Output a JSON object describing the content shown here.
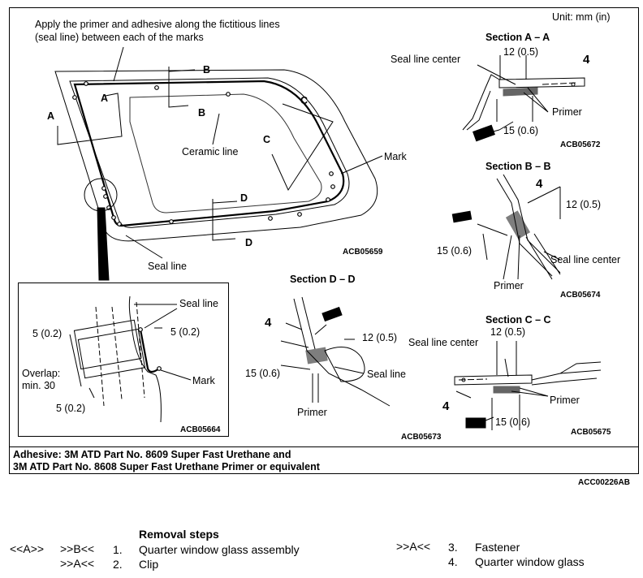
{
  "unit": "Unit: mm (in)",
  "main": {
    "callout_line1": "Apply the primer and adhesive along the fictitious lines",
    "callout_line2": "(seal line) between each of the marks",
    "ceramic_line": "Ceramic line",
    "mark": "Mark",
    "seal_line": "Seal line",
    "code": "ACB05659",
    "markers": {
      "a": "A",
      "b": "B",
      "c": "C",
      "d": "D"
    }
  },
  "detail": {
    "seal_line": "Seal line",
    "mark": "Mark",
    "dim_5_top": "5 (0.2)",
    "dim_5_right": "5 (0.2)",
    "dim_5_bottom": "5 (0.2)",
    "overlap1": "Overlap:",
    "overlap2": "min. 30",
    "code": "ACB05664"
  },
  "section_aa": {
    "title": "Section A – A",
    "seal_line_center": "Seal line center",
    "dim_12": "12 (0.5)",
    "dim_15": "15 (0.6)",
    "primer": "Primer",
    "num": "4",
    "code": "ACB05672"
  },
  "section_bb": {
    "title": "Section B – B",
    "num": "4",
    "dim_12": "12 (0.5)",
    "dim_15": "15 (0.6)",
    "seal_line_center": "Seal line center",
    "primer": "Primer",
    "code": "ACB05674"
  },
  "section_dd": {
    "title": "Section D – D",
    "num": "4",
    "dim_12": "12 (0.5)",
    "dim_15": "15 (0.6)",
    "seal_line": "Seal line",
    "primer": "Primer",
    "code": "ACB05673"
  },
  "section_cc": {
    "title": "Section C – C",
    "dim_12": "12 (0.5)",
    "seal_line_center": "Seal line center",
    "num": "4",
    "primer": "Primer",
    "dim_15": "15 (0.6)",
    "code": "ACB05675"
  },
  "adhesive_line1": "Adhesive: 3M ATD Part No. 8609 Super Fast Urethane and",
  "adhesive_line2": "3M ATD Part No. 8608 Super Fast Urethane Primer or equivalent",
  "figure_code": "ACC00226AB",
  "removal": {
    "heading": "Removal steps",
    "steps": [
      {
        "ref1": "<<A>>",
        "ref2": ">>B<<",
        "num": "1.",
        "label": "Quarter window glass assembly"
      },
      {
        "ref1": "",
        "ref2": ">>A<<",
        "num": "2.",
        "label": "Clip"
      },
      {
        "ref1": "",
        "ref2": ">>A<<",
        "num": "3.",
        "label": "Fastener"
      },
      {
        "ref1": "",
        "ref2": "",
        "num": "4.",
        "label": "Quarter window glass"
      }
    ]
  }
}
